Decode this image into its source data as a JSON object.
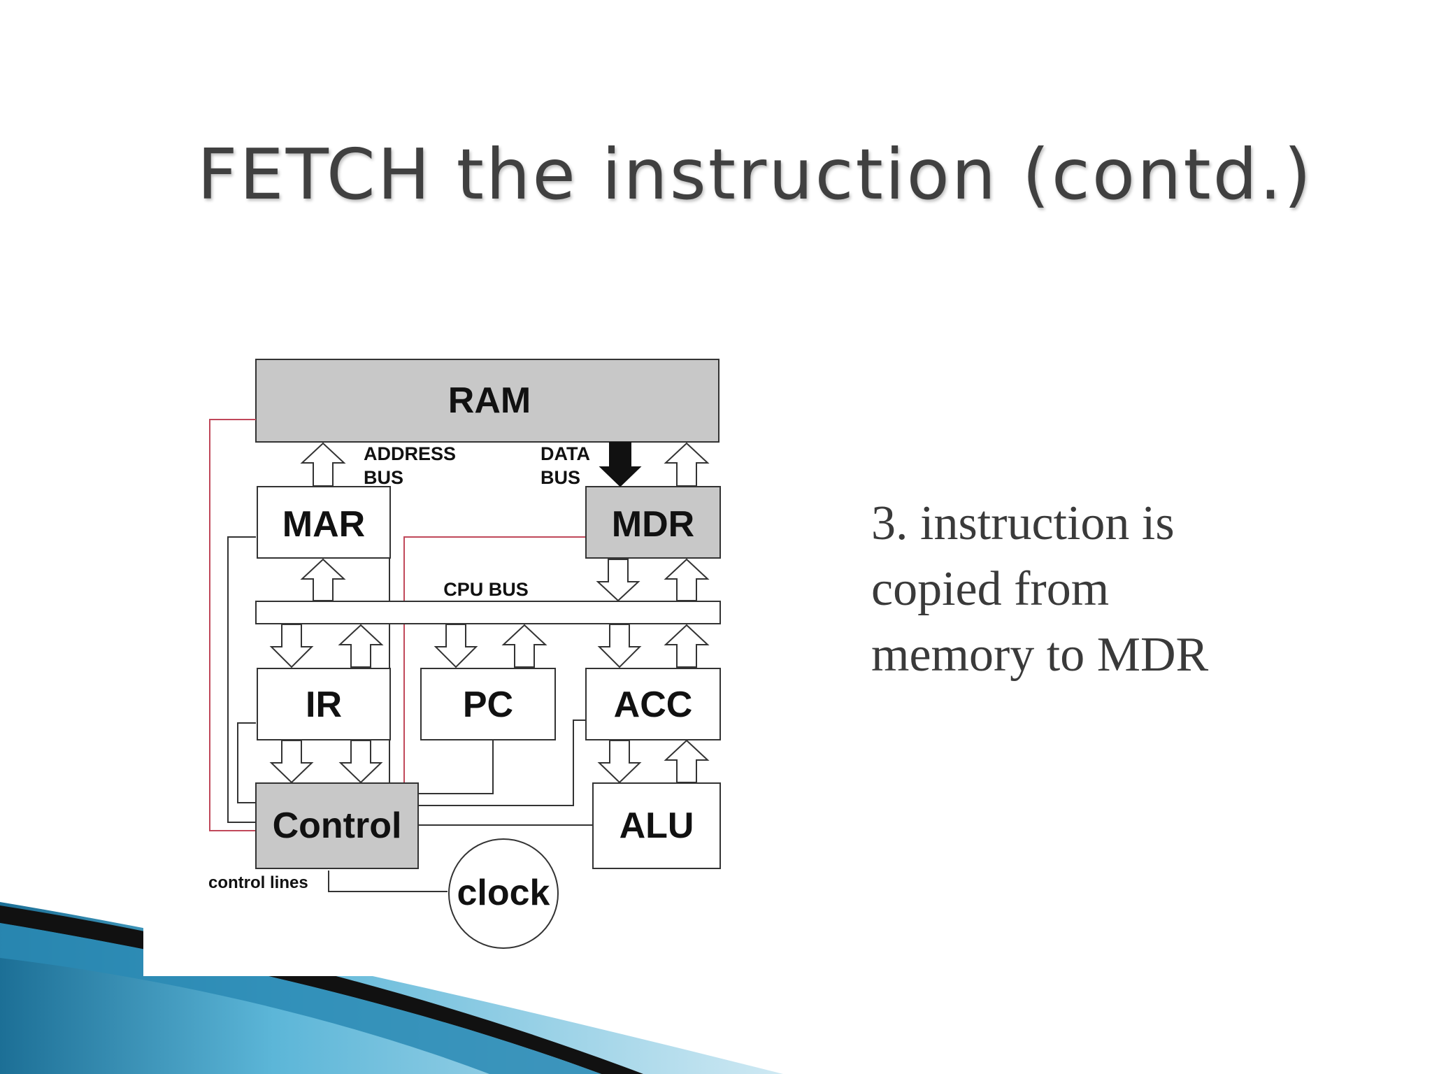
{
  "slide": {
    "title": "FETCH the instruction (contd.)",
    "caption": "3.  instruction is\ncopied from\nmemory to MDR"
  },
  "diagram": {
    "boxes": {
      "ram": "RAM",
      "mar": "MAR",
      "mdr": "MDR",
      "ir": "IR",
      "pc": "PC",
      "acc": "ACC",
      "alu": "ALU",
      "control": "Control",
      "clock": "clock"
    },
    "bus_labels": {
      "address_line1": "ADDRESS",
      "address_line2": "BUS",
      "data_line1": "DATA",
      "data_line2": "BUS",
      "cpu_bus": "CPU BUS",
      "control_lines": "control lines"
    },
    "colors": {
      "highlight_fill": "#c8c8c8",
      "control_line_red": "#c0485a",
      "theme_blue": "#3aa0c8"
    }
  }
}
